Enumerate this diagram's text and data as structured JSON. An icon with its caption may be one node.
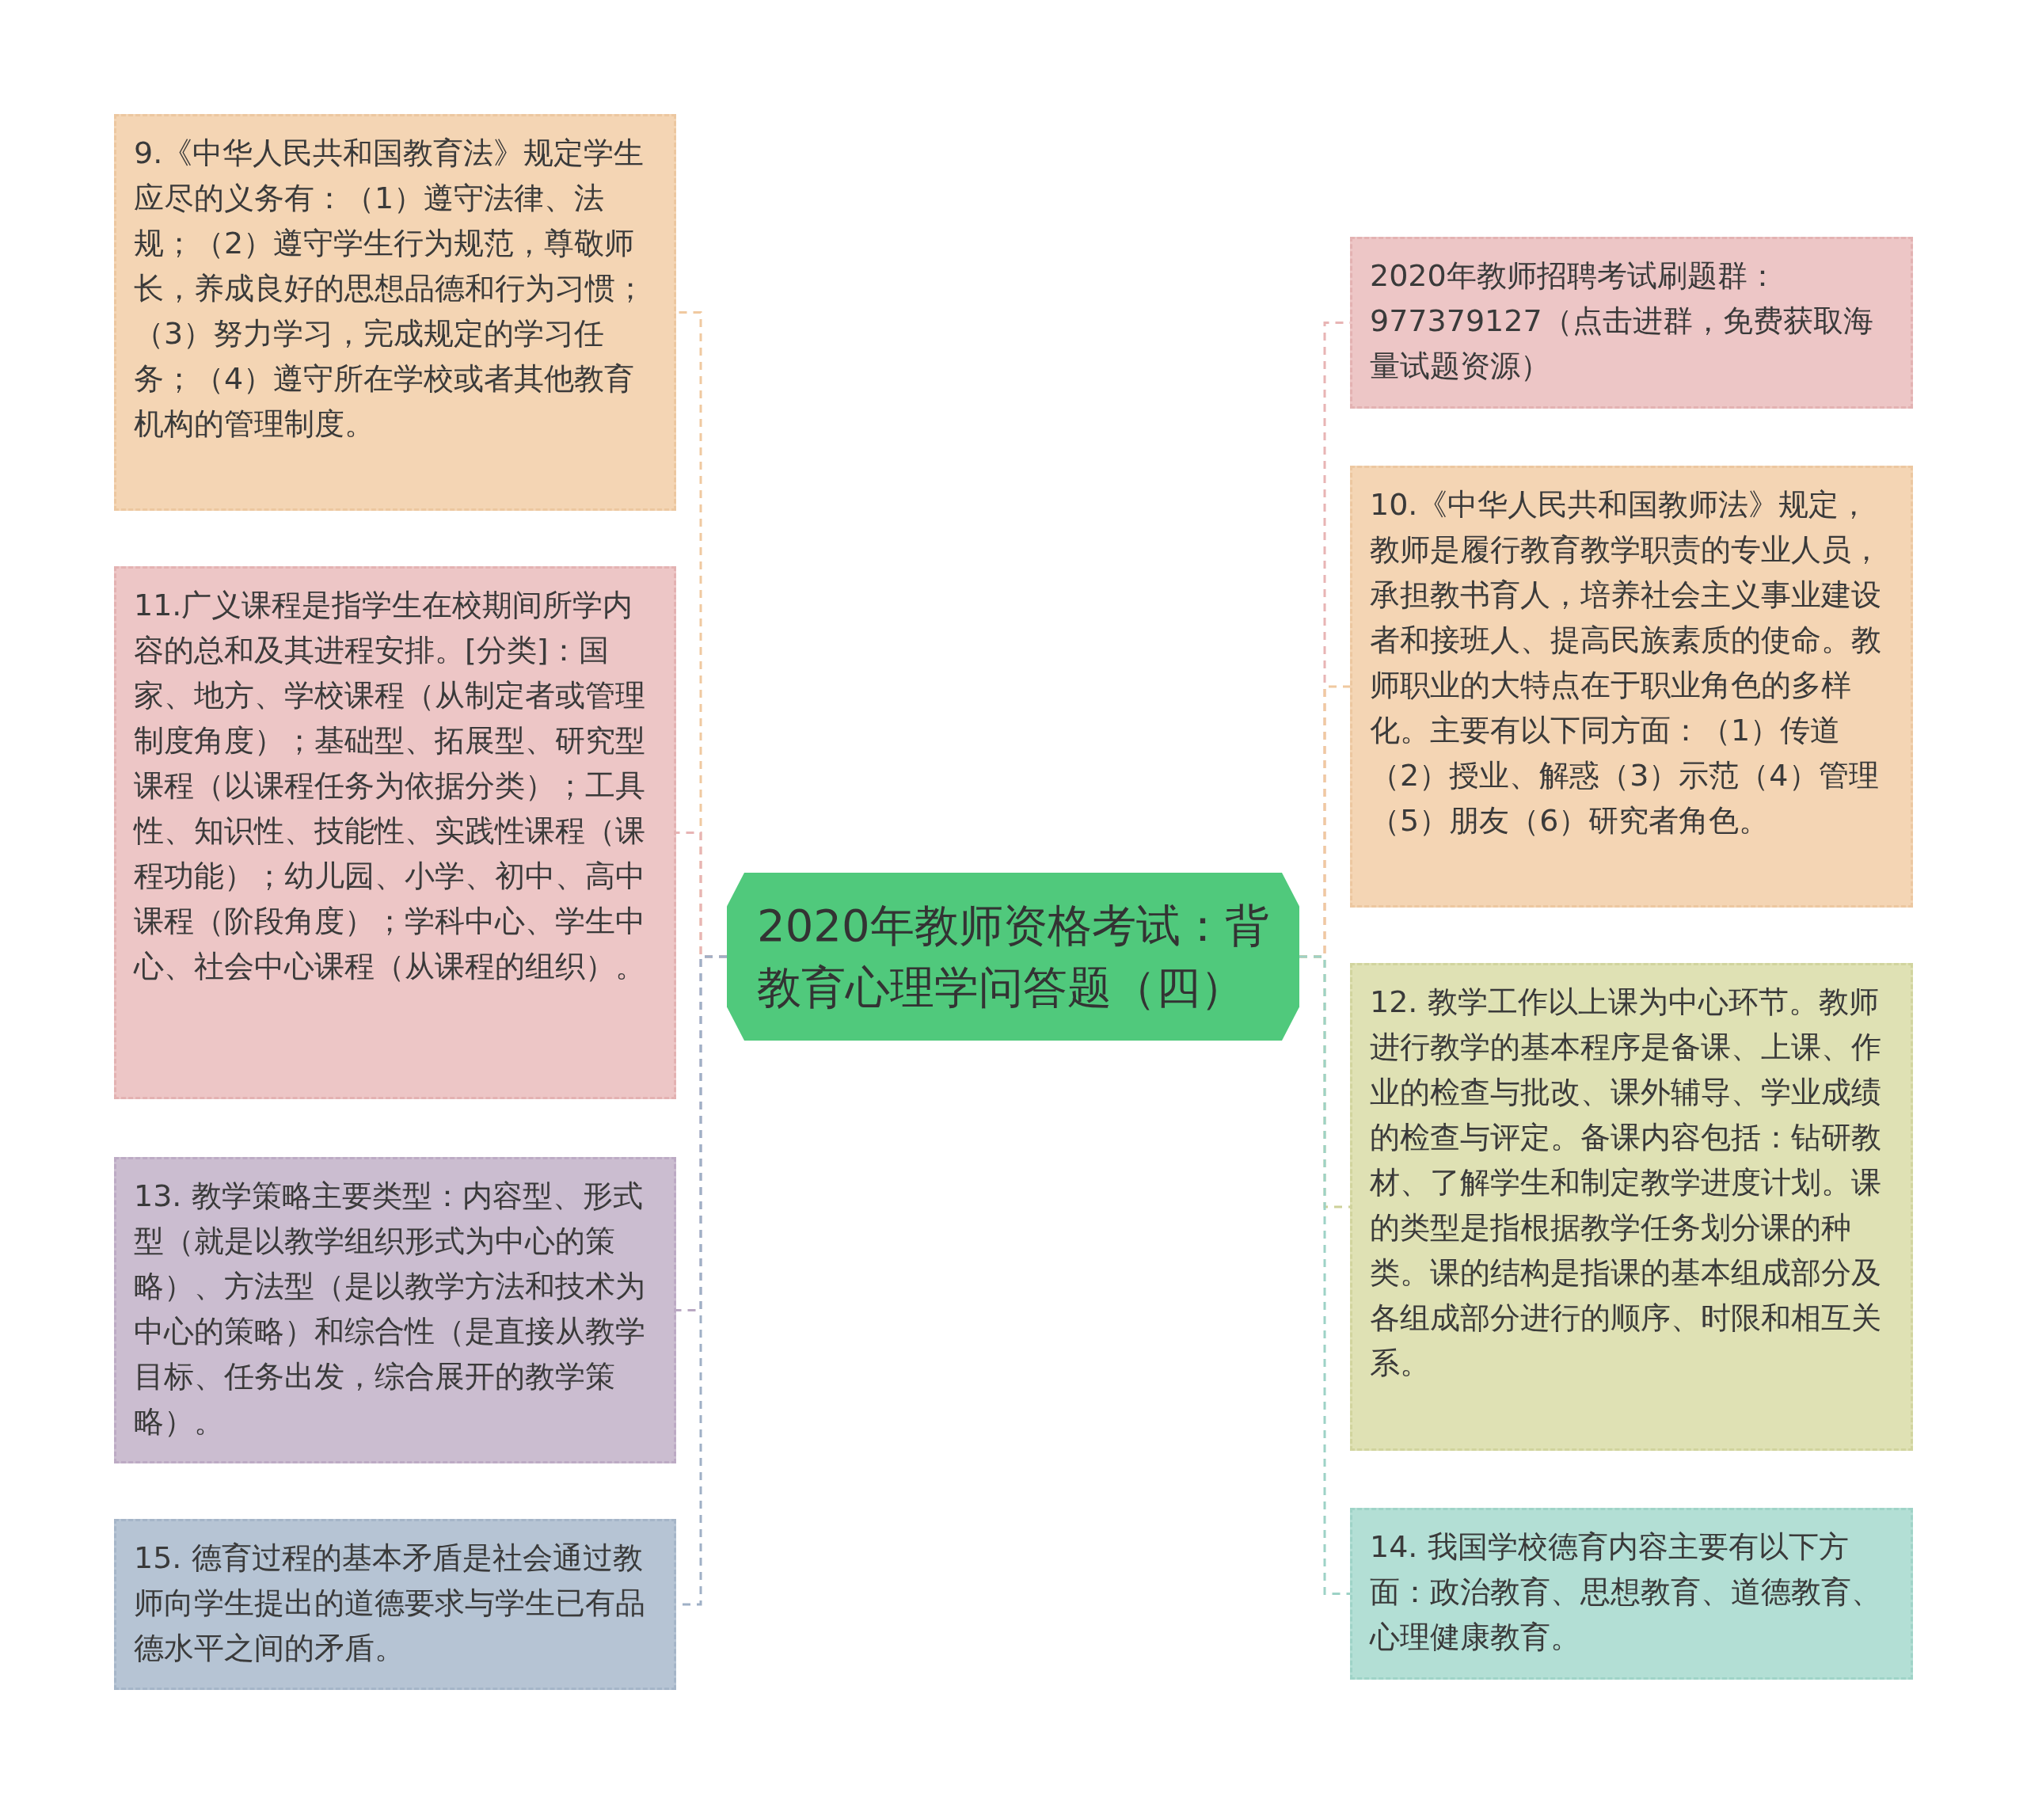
{
  "diagram": {
    "nodes": [
      {
        "text": [
          "2020年教师资格考试：背教育心理学问答题（四）"
        ]
      },
      {
        "text": [
          "9.《中华人民共和国教育法》规定学生应尽的义务有：（1）遵守法律、法规；（2）遵守学生行为规范，尊敬师长，养成良好的思想品德和行为习惯；（3）努力学习，完成规定的学习任务；（4）遵守所在学校或者其他教育机构的管理制度。"
        ]
      },
      {
        "text": [
          "11.广义课程是指学生在校期间所学内容的总和及其进程安排。[分类]：国家、地方、学校课程（从制定者或管理制度角度）；基础型、拓展型、研究型课程（以课程任务为依据分类）；工具性、知识性、技能性、实践性课程（课程功能）；幼儿园、小学、初中、高中课程（阶段角度）；学科中心、学生中心、社会中心课程（从课程的组织）。"
        ]
      },
      {
        "text": [
          "13. 教学策略主要类型：内容型、形式型（就是以教学组织形式为中心的策略）、方法型（是以教学方法和技术为中心的策略）和综合性（是直接从教学目标、任务出发，综合展开的教学策略）。"
        ]
      },
      {
        "text": [
          "15. 德育过程的基本矛盾是社会通过教师向学生提出的道德要求与学生已有品德水平之间的矛盾。"
        ]
      },
      {
        "text": [
          "2020年教师招聘考试刷题群：977379127（点击进群，免费获取海量试题资源）"
        ]
      },
      {
        "text": [
          "10.《中华人民共和国教师法》规定，教师是履行教育教学职责的专业人员，承担教书育人，培养社会主义事业建设者和接班人、提高民族素质的使命。教师职业的大特点在于职业角色的多样化。主要有以下同方面：（1）传道（2）授业、解惑（3）示范（4）管理（5）朋友（6）研究者角色。"
        ]
      },
      {
        "text": [
          "12. 教学工作以上课为中心环节。教师进行教学的基本程序是备课、上课、作业的检查与批改、课外辅导、学业成绩的检查与评定。备课内容包括：钻研教材、了解学生和制定教学进度计划。课的类型是指根据教学任务划分课的种类。课的结构是指课的基本组成部分及各组成部分进行的顺序、时限和相互关系。"
        ]
      },
      {
        "text": [
          "14. 我国学校德育内容主要有以下方面：政治教育、思想教育、道德教育、心理健康教育。"
        ]
      }
    ],
    "edges": [
      {
        "from": 0,
        "to": 1,
        "arrow": "none",
        "style": "dashed",
        "color": "#f0c9a0"
      },
      {
        "from": 0,
        "to": 2,
        "arrow": "none",
        "style": "dashed",
        "color": "#e8b4b4"
      },
      {
        "from": 0,
        "to": 3,
        "arrow": "none",
        "style": "dashed",
        "color": "#b9a8c2"
      },
      {
        "from": 0,
        "to": 4,
        "arrow": "none",
        "style": "dashed",
        "color": "#9fb0c6"
      },
      {
        "from": 0,
        "to": 5,
        "arrow": "none",
        "style": "dashed",
        "color": "#e8b4b4"
      },
      {
        "from": 0,
        "to": 6,
        "arrow": "none",
        "style": "dashed",
        "color": "#f0c9a0"
      },
      {
        "from": 0,
        "to": 7,
        "arrow": "none",
        "style": "dashed",
        "color": "#cdd19a"
      },
      {
        "from": 0,
        "to": 8,
        "arrow": "none",
        "style": "dashed",
        "color": "#9dd2c6"
      }
    ]
  }
}
